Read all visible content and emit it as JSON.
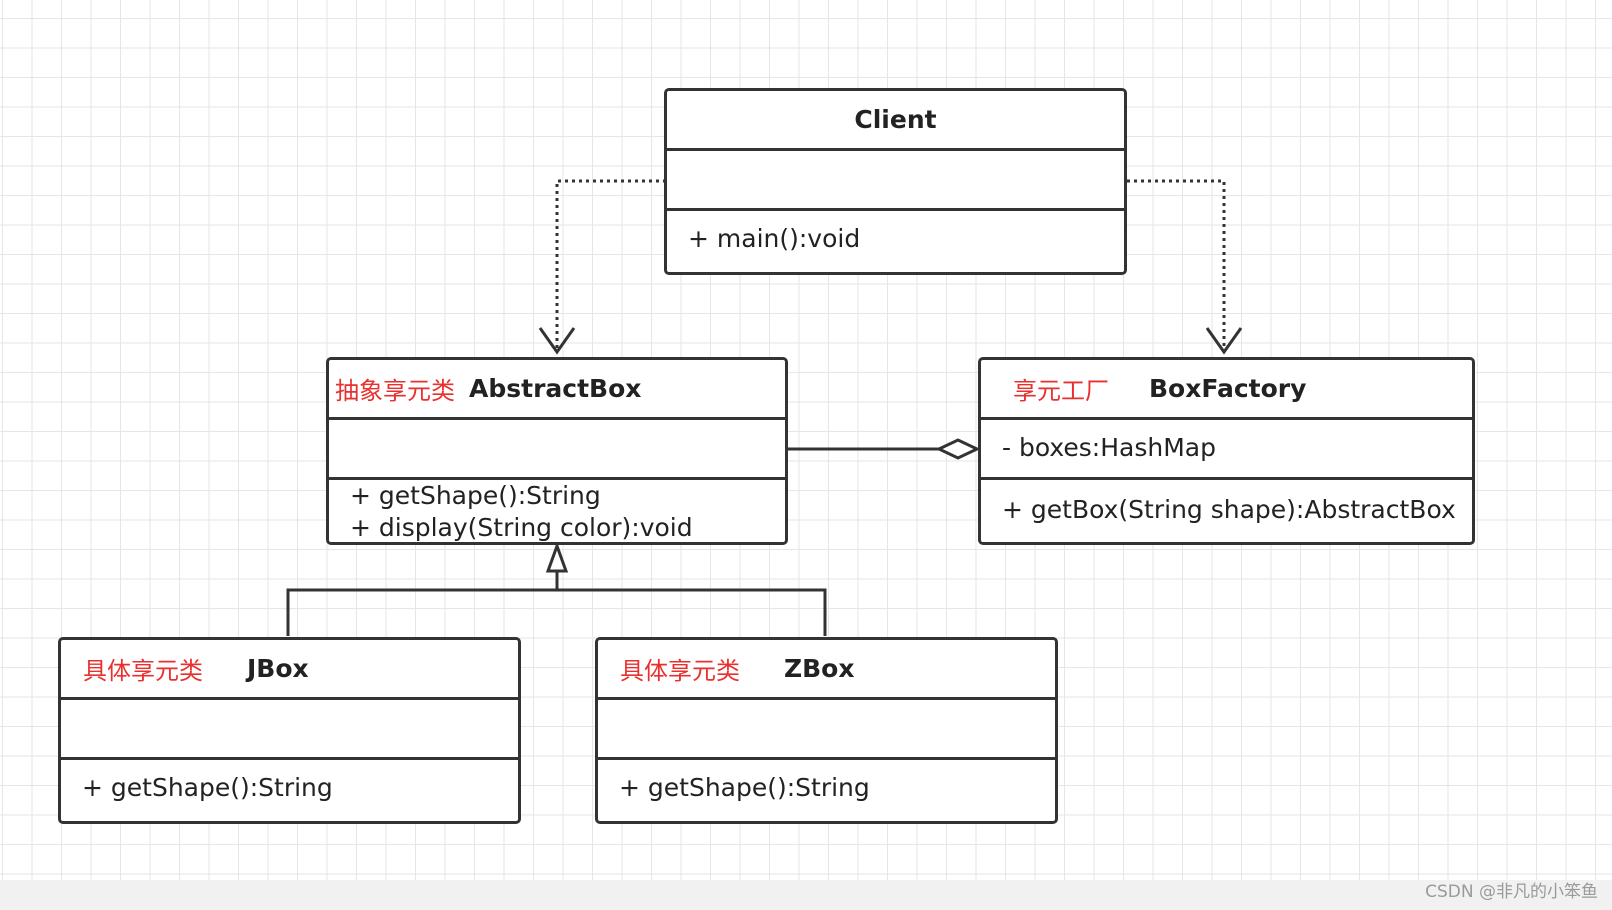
{
  "classes": {
    "client": {
      "name": "Client",
      "methods": [
        "+ main():void"
      ]
    },
    "abstract_box": {
      "stereotype": "抽象享元类",
      "name": "AbstractBox",
      "methods": [
        "+ getShape():String",
        "+ display(String color):void"
      ]
    },
    "box_factory": {
      "stereotype": "享元工厂",
      "name": "BoxFactory",
      "attributes": [
        "- boxes:HashMap"
      ],
      "methods": [
        "+ getBox(String shape):AbstractBox"
      ]
    },
    "jbox": {
      "stereotype": "具体享元类",
      "name": "JBox",
      "methods": [
        "+ getShape():String"
      ]
    },
    "zbox": {
      "stereotype": "具体享元类",
      "name": "ZBox",
      "methods": [
        "+ getShape():String"
      ]
    }
  },
  "colors": {
    "stereotype": "#e8312f",
    "border": "#333333"
  },
  "watermark": "CSDN @非凡的小笨鱼"
}
